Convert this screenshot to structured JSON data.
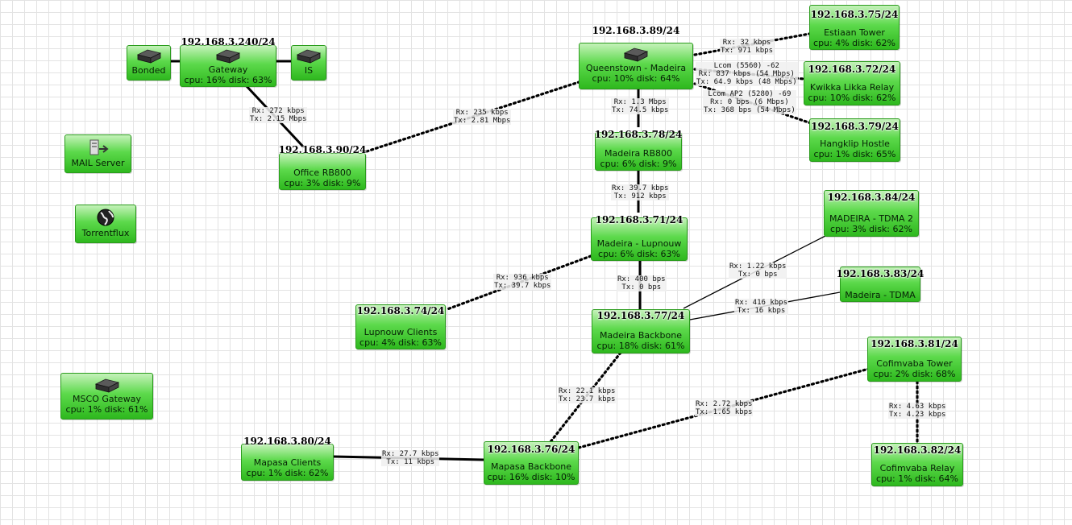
{
  "nodes": {
    "bonded": {
      "name": "Bonded"
    },
    "gateway": {
      "ip": "192.168.3.240/24",
      "name": "Gateway",
      "stats": "cpu: 16% disk: 63%"
    },
    "is": {
      "name": "IS"
    },
    "mail": {
      "name": "MAIL Server"
    },
    "torrent": {
      "name": "Torrentflux"
    },
    "msco": {
      "name": "MSCO Gateway",
      "stats": "cpu: 1% disk: 61%"
    },
    "office": {
      "ip": "192.168.3.90/24",
      "name": "Office RB800",
      "stats": "cpu: 3% disk: 9%"
    },
    "queenstown": {
      "ip": "192.168.3.89/24",
      "name": "Queenstown - Madeira",
      "stats": "cpu: 10% disk: 64%"
    },
    "estiaan": {
      "ip": "192.168.3.75/24",
      "name": "Estiaan Tower",
      "stats": "cpu: 4% disk: 62%"
    },
    "kwikka": {
      "ip": "192.168.3.72/24",
      "name": "Kwikka Likka Relay",
      "stats": "cpu: 10% disk: 62%"
    },
    "hangklip": {
      "ip": "192.168.3.79/24",
      "name": "Hangklip Hostle",
      "stats": "cpu: 1% disk: 65%"
    },
    "madeira_rb800": {
      "ip": "192.168.3.78/24",
      "name": "Madeira RB800",
      "stats": "cpu: 6% disk: 9%"
    },
    "lupnouw": {
      "ip": "192.168.3.71/24",
      "name": "Madeira - Lupnouw",
      "stats": "cpu: 6% disk: 63%"
    },
    "tdma2": {
      "ip": "192.168.3.84/24",
      "name": "MADEIRA - TDMA 2",
      "stats": "cpu: 3% disk: 62%"
    },
    "tdma": {
      "ip": "192.168.3.83/24",
      "name": "Madeira - TDMA"
    },
    "lupnouw_clients": {
      "ip": "192.168.3.74/24",
      "name": "Lupnouw Clients",
      "stats": "cpu: 4% disk: 63%"
    },
    "backbone": {
      "ip": "192.168.3.77/24",
      "name": "Madeira Backbone",
      "stats": "cpu: 18% disk: 61%"
    },
    "cofimvaba_tower": {
      "ip": "192.168.3.81/24",
      "name": "Cofimvaba Tower",
      "stats": "cpu: 2% disk: 68%"
    },
    "cofimvaba_relay": {
      "ip": "192.168.3.82/24",
      "name": "Cofimvaba Relay",
      "stats": "cpu: 1% disk: 64%"
    },
    "mapasa_clients": {
      "ip": "192.168.3.80/24",
      "name": "Mapasa Clients",
      "stats": "cpu: 1% disk: 62%"
    },
    "mapasa_backbone": {
      "ip": "192.168.3.76/24",
      "name": "Mapasa Backbone",
      "stats": "cpu: 16% disk: 10%"
    }
  },
  "links": {
    "gw_office": {
      "rx": "Rx: 272 kbps",
      "tx": "Tx: 2.15 Mbps"
    },
    "office_qt": {
      "rx": "Rx: 235 kbps",
      "tx": "Tx: 2.81 Mbps"
    },
    "qt_estiaan": {
      "rx": "Rx: 32 kbps",
      "tx": "Tx: 971 kbps"
    },
    "qt_kwikka": {
      "name": "Lcom (5560) -62",
      "rx": "Rx: 837 kbps (54 Mbps)",
      "tx": "Tx: 64.9 kbps (48 Mbps)"
    },
    "qt_hangklip": {
      "name": "Lcom AP2 (5280) -69",
      "rx": "Rx: 0 bps (6 Mbps)",
      "tx": "Tx: 368 bps (54 Mbps)"
    },
    "qt_rb800": {
      "rx": "Rx: 1.3 Mbps",
      "tx": "Tx: 74.5 kbps"
    },
    "rb800_lupnouw": {
      "rx": "Rx: 39.7 kbps",
      "tx": "Tx: 912 kbps"
    },
    "lupnouw_clients": {
      "rx": "Rx: 936 kbps",
      "tx": "Tx: 39.7 kbps"
    },
    "lupnouw_backbone": {
      "rx": "Rx: 400 bps",
      "tx": "Tx: 0 bps"
    },
    "backbone_tdma2": {
      "rx": "Rx: 1.22 kbps",
      "tx": "Tx: 0 bps"
    },
    "backbone_tdma": {
      "rx": "Rx: 416 kbps",
      "tx": "Tx: 16 kbps"
    },
    "backbone_mapasa": {
      "rx": "Rx: 22.1 kbps",
      "tx": "Tx: 23.7 kbps"
    },
    "mapasa_cofimvaba": {
      "rx": "Rx: 2.72 kbps",
      "tx": "Tx: 1.65 kbps"
    },
    "cofimvaba": {
      "rx": "Rx: 4.63 kbps",
      "tx": "Tx: 4.23 kbps"
    },
    "mapasa_clients": {
      "rx": "Rx: 27.7 kbps",
      "tx": "Tx: 11 kbps"
    }
  },
  "icons": {
    "router": "router-icon",
    "mail": "mail-server-icon",
    "globe": "globe-icon"
  },
  "colors": {
    "node_top": "#c5f2ba",
    "node_mid": "#5cd94b",
    "node_bottom": "#2eb81e",
    "link": "#000000"
  }
}
